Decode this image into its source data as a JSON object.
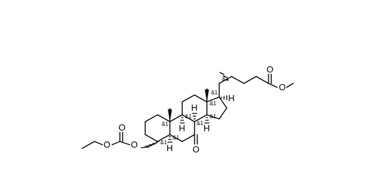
{
  "atoms": {
    "oxygen": "O",
    "hydrogen": "H"
  },
  "stereo_marker": "&1",
  "colors": {
    "bond": "#000000",
    "background": "#ffffff"
  }
}
